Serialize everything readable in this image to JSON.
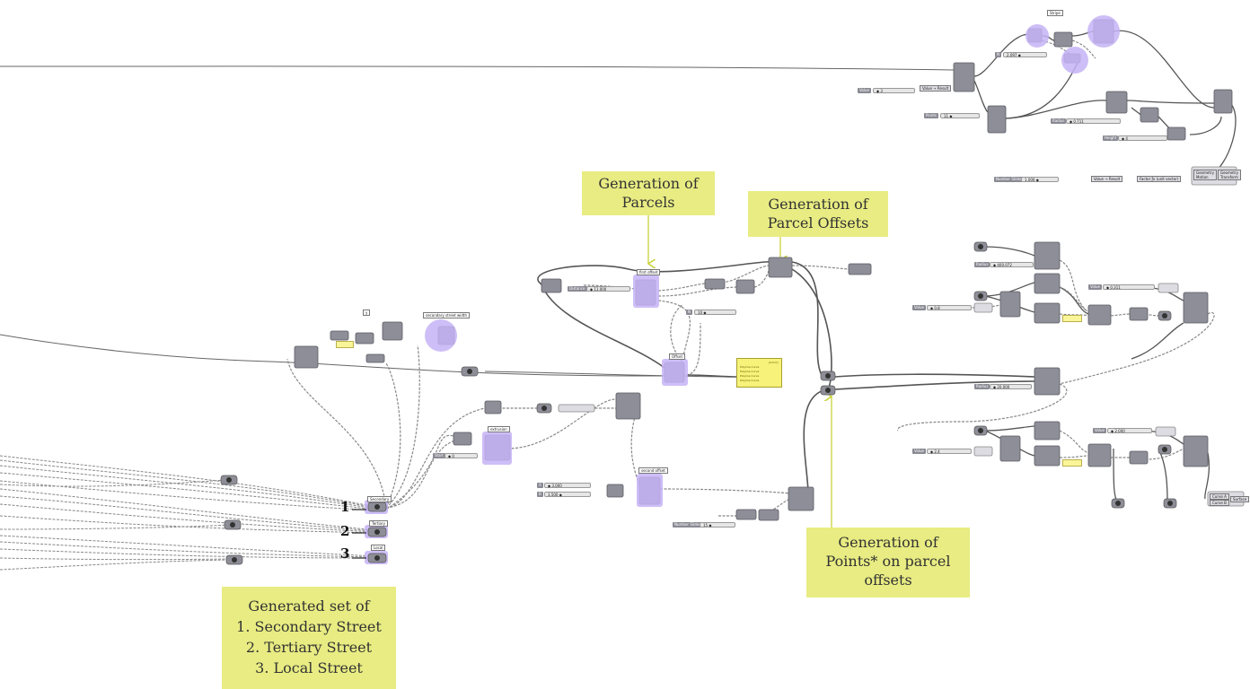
{
  "callouts": {
    "parcels": "Generation of\nParcels",
    "parcel_offsets": "Generation of\nParcel Offsets",
    "points": "Generation of\nPoints* on parcel\noffsets",
    "streets": "Generated set of\n1. Secondary Street\n2. Tertiary Street\n3. Local Street"
  },
  "street_numbers": [
    "1",
    "2",
    "3"
  ],
  "group_tags": {
    "street_group_top": "y",
    "secondary_street_width": "secondary street width",
    "secondary": "Secondary",
    "tertiary": "Tertiary",
    "local": "Local",
    "first_offset": "first offset",
    "second_offset": "second offset",
    "stripe_group": "Stripe",
    "offset_group": "Offset",
    "extrusion_group": "extrusion"
  },
  "sliders": {
    "top_value": {
      "label": "Value",
      "value": "◆ 3"
    },
    "top_points": {
      "label": "Points",
      "value": "11 ◆"
    },
    "top_radius": {
      "label": "Radius",
      "value": "◆ 0.711"
    },
    "top_height": {
      "label": "Height",
      "value": "◆ 4"
    },
    "top_n": {
      "label": "N",
      "value": "2.097 ◆"
    },
    "top_number_slider": {
      "label": "Number Slider",
      "value": "1.000 ◆"
    },
    "parcel_distance": {
      "label": "Distance",
      "value": "◆ 11.000"
    },
    "mid_n": {
      "label": "N",
      "value": "10 ◆"
    },
    "mid_start": {
      "label": "Start",
      "value": "◆ 0"
    },
    "mid_a": {
      "label": "A",
      "value": "◆ 3.000"
    },
    "mid_b": {
      "label": "B",
      "value": "3.500 ◆"
    },
    "mid_number_slider": {
      "label": "Number Slider",
      "value": "15 ◆"
    },
    "right_radius_1": {
      "label": "Radius",
      "value": "◆ 400.072"
    },
    "right_value_1": {
      "label": "Value",
      "value": "◆ 0.8"
    },
    "right_value_2": {
      "label": "Value",
      "value": "◆ 0.311"
    },
    "right_radius_2": {
      "label": "Radius",
      "value": "◆ 20.000"
    },
    "right_value_3": {
      "label": "Value",
      "value": "◆ 2.4"
    },
    "right_value_4": {
      "label": "Value",
      "value": "◆ 2.000"
    }
  },
  "components": {
    "value_result_1": "Value → Result",
    "value_result_2": "Value → Result",
    "factor": "Factor  ƒx  (unit vector)",
    "geometry_in": "Geometry\nMotion",
    "geometry_out": "Geometry\nTransform",
    "curve_a": "Curve A",
    "curve_b": "Curve B",
    "surface": "Surface"
  },
  "panel_lines": [
    "Polyline Curve",
    "Polyline Curve",
    "Polyline Curve",
    "Polyline Curve"
  ],
  "panel_header": "{0;0;0}",
  "colors": {
    "callout_bg": "#e8ec82",
    "group_fill": "#d9cbfb",
    "group_selected_fill": "#c9b6f8",
    "component_fill": "#8e8e98",
    "wire": "#555555"
  }
}
